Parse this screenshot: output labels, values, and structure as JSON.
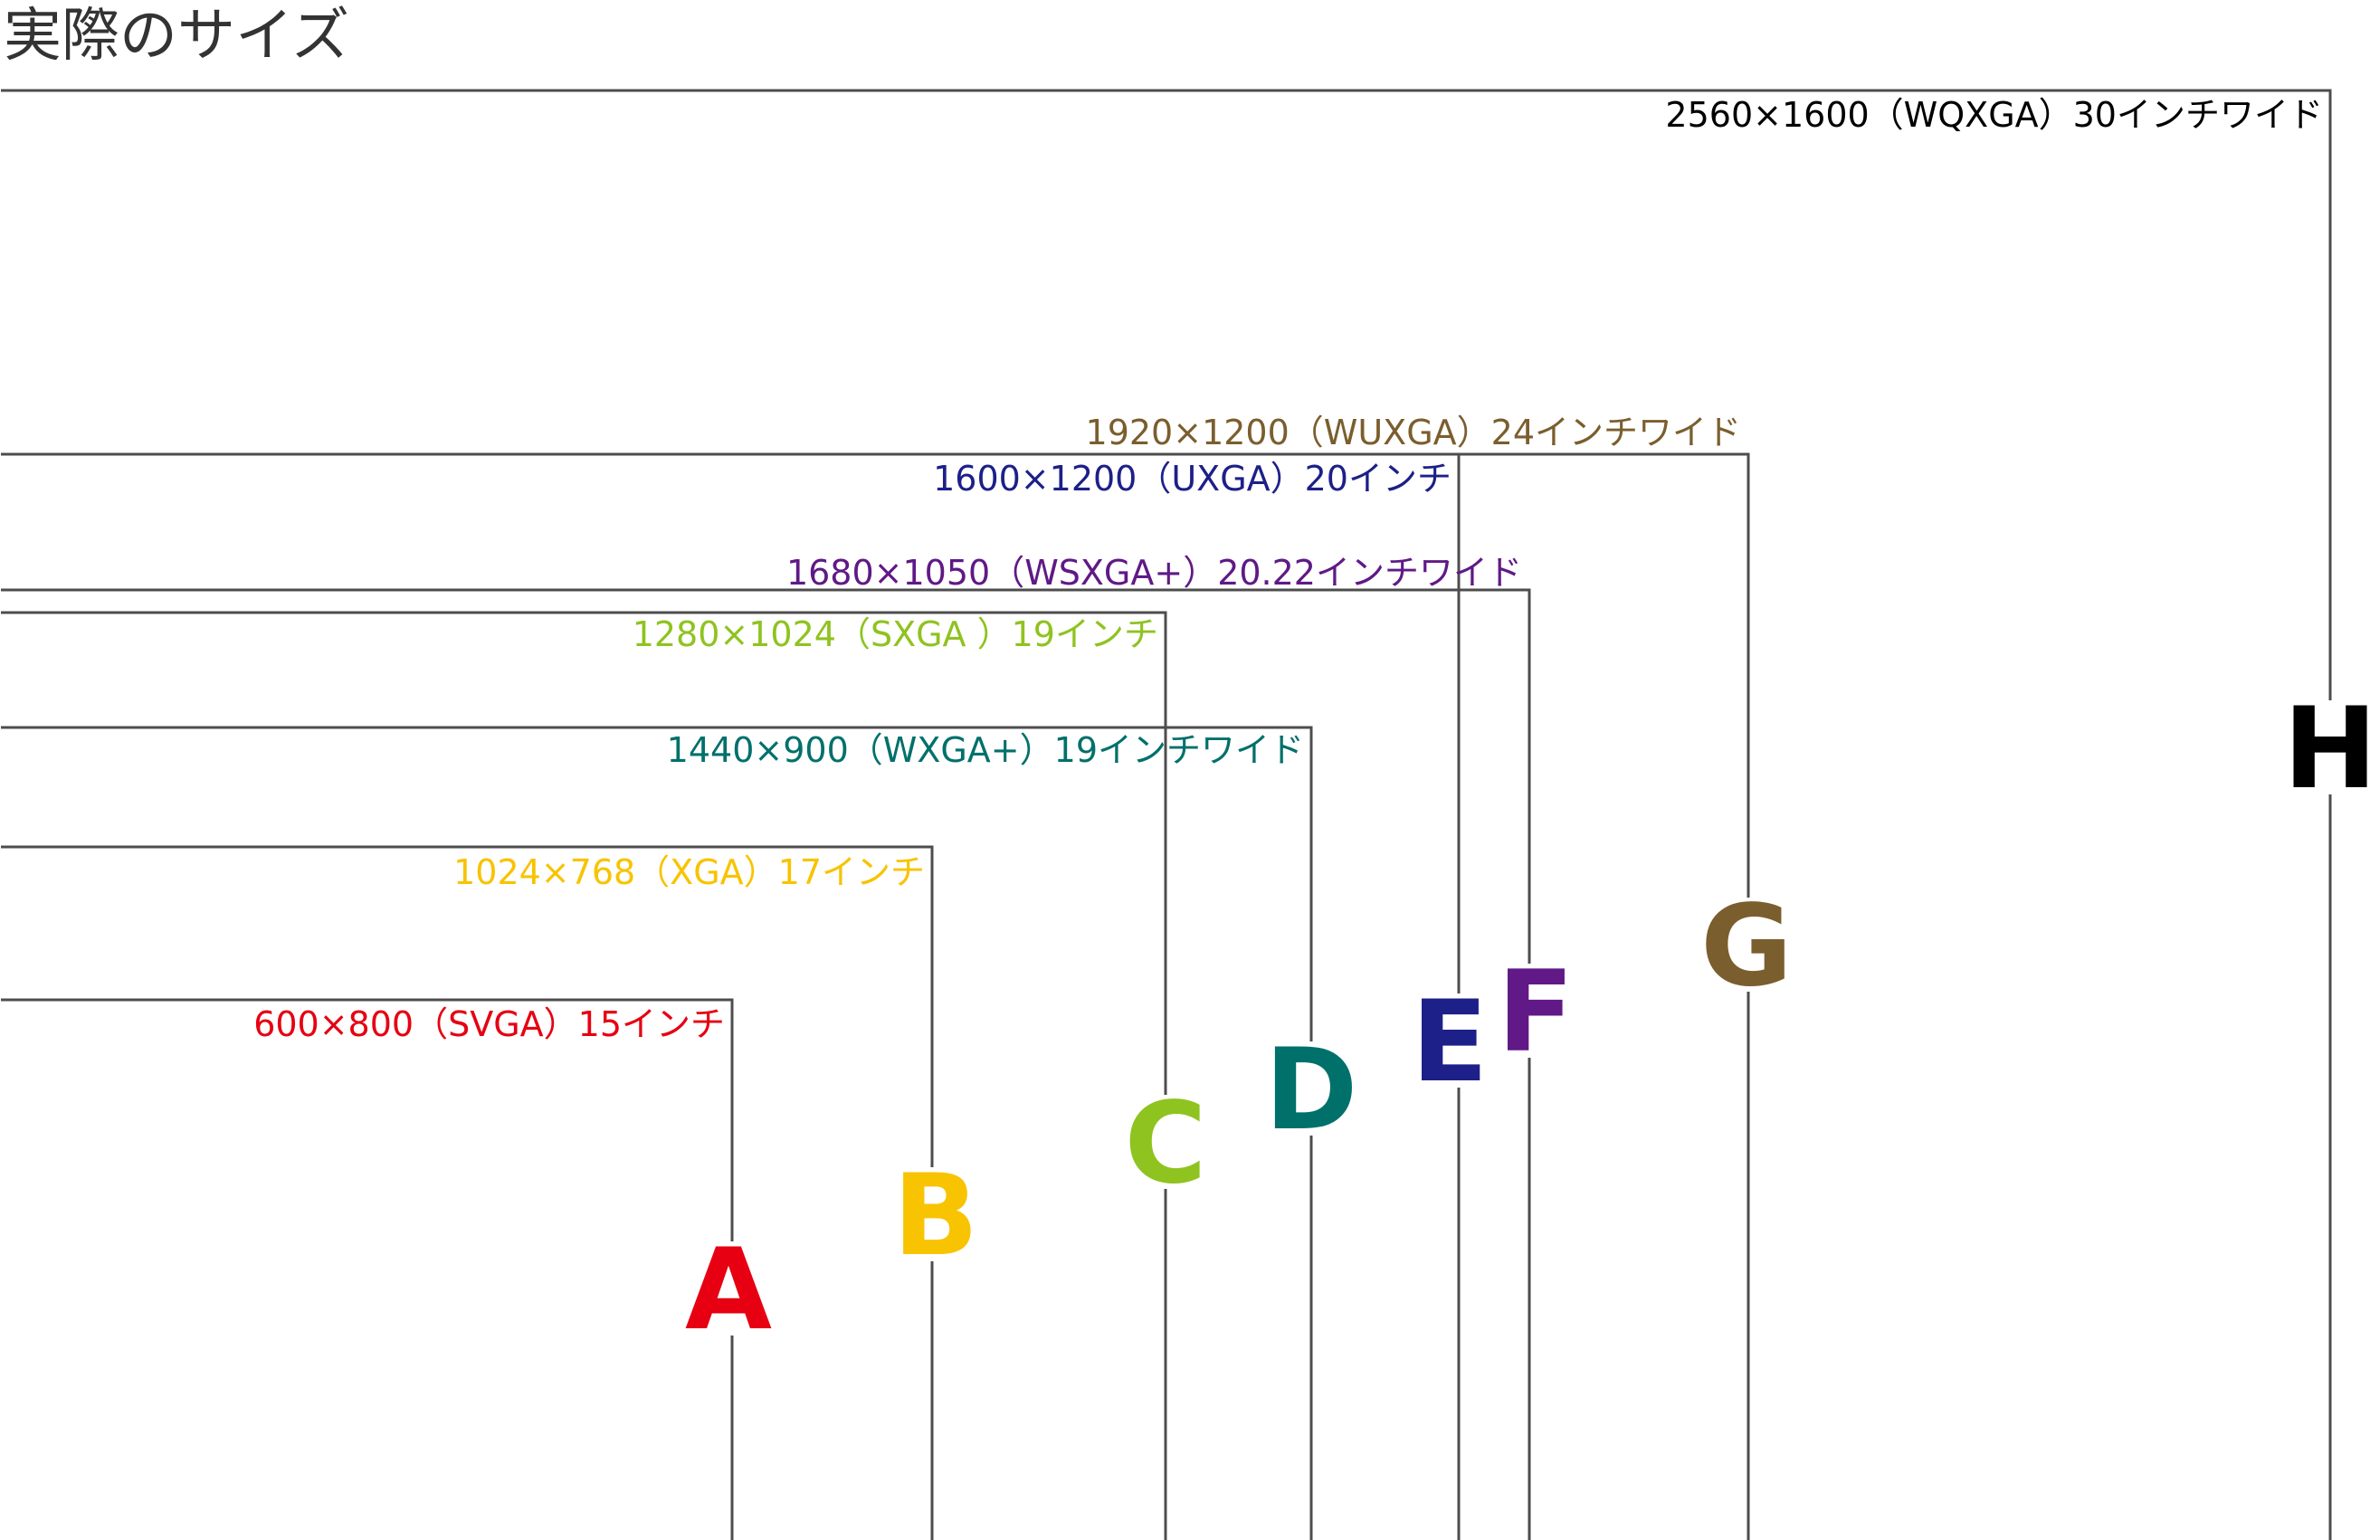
{
  "title": "実際のサイズ",
  "colors": {
    "outline": "#4d4d4d",
    "background": "#ffffff"
  },
  "screens": [
    {
      "letter": "A",
      "label": "600×800（SVGA）15インチ",
      "color": "#e60012"
    },
    {
      "letter": "B",
      "label": "1024×768（XGA）17インチ",
      "color": "#f8c300"
    },
    {
      "letter": "C",
      "label": "1280×1024（SXGA ）19インチ",
      "color": "#8fc31f"
    },
    {
      "letter": "D",
      "label": "1440×900（WXGA+）19インチワイド",
      "color": "#00706b"
    },
    {
      "letter": "E",
      "label": "1600×1200（UXGA）20インチ",
      "color": "#1d2088"
    },
    {
      "letter": "F",
      "label": "1680×1050（WSXGA+）20.22インチワイド",
      "color": "#601986"
    },
    {
      "letter": "G",
      "label": "1920×1200（WUXGA）24インチワイド",
      "color": "#7b5e2e"
    },
    {
      "letter": "H",
      "label": "2560×1600（WQXGA）30インチワイド",
      "color": "#000000"
    }
  ]
}
